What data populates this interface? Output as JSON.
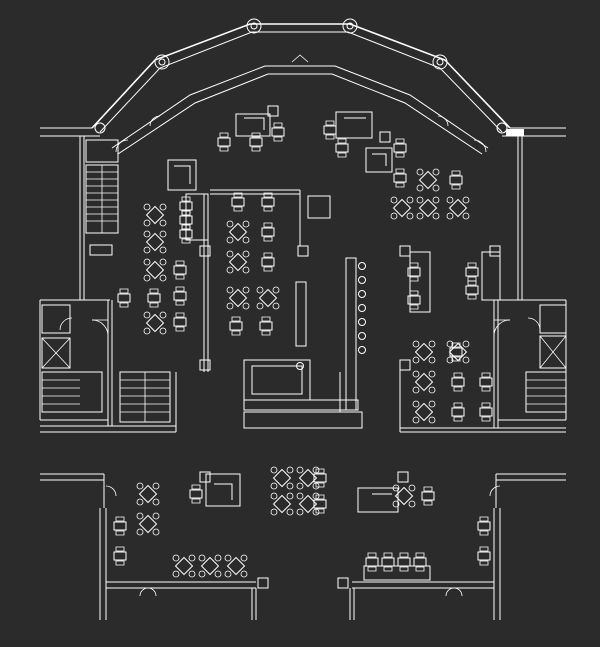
{
  "title": "",
  "colors": {
    "background": "#2b2b2b",
    "line": "#ffffff"
  },
  "layout": {
    "drawing": "restaurant-floor-plan",
    "upper_level": {
      "curved_front_facade": true,
      "bar_counter": true,
      "stair_wells": 2,
      "elevator_shafts": 2
    },
    "lower_level": {
      "entry_wings": 2,
      "stair_wells": 0
    }
  },
  "icons": {
    "table_four": "table-four-icon",
    "table_two": "table-two-icon",
    "booth": "booth-icon",
    "column": "column-icon",
    "door_swing": "door-swing-icon",
    "elevator": "elevator-icon",
    "stair": "stair-icon"
  }
}
